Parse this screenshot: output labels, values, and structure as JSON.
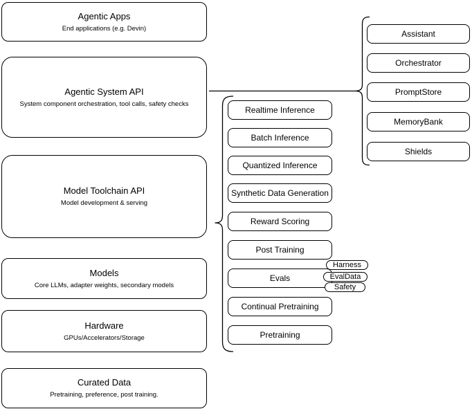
{
  "canvas": {
    "background": "#ffffff",
    "stroke_color": "#000000",
    "text_color": "#000000"
  },
  "left_stack": {
    "nodes": [
      {
        "title": "Agentic Apps",
        "subtitle": "End applications (e.g. Devin)"
      },
      {
        "title": "Agentic System API",
        "subtitle": "System component orchestration, tool calls, safety checks"
      },
      {
        "title": "Model Toolchain API",
        "subtitle": "Model development & serving"
      },
      {
        "title": "Models",
        "subtitle": "Core LLMs, adapter weights, secondary models"
      },
      {
        "title": "Hardware",
        "subtitle": "GPUs/Accelerators/Storage"
      },
      {
        "title": "Curated Data",
        "subtitle": "Pretraining, preference, post training."
      }
    ]
  },
  "toolchain": {
    "nodes": [
      {
        "label": "Realtime Inference"
      },
      {
        "label": "Batch Inference"
      },
      {
        "label": "Quantized Inference"
      },
      {
        "label": "Synthetic Data Generation"
      },
      {
        "label": "Reward Scoring"
      },
      {
        "label": "Post Training"
      },
      {
        "label": "Evals"
      },
      {
        "label": "Continual Pretraining"
      },
      {
        "label": "Pretraining"
      }
    ],
    "eval_tags": [
      {
        "label": "Harness"
      },
      {
        "label": "EvalData"
      },
      {
        "label": "Safety"
      }
    ]
  },
  "agentic_system": {
    "nodes": [
      {
        "label": "Assistant"
      },
      {
        "label": "Orchestrator"
      },
      {
        "label": "PromptStore"
      },
      {
        "label": "MemoryBank"
      },
      {
        "label": "Shields"
      }
    ]
  }
}
